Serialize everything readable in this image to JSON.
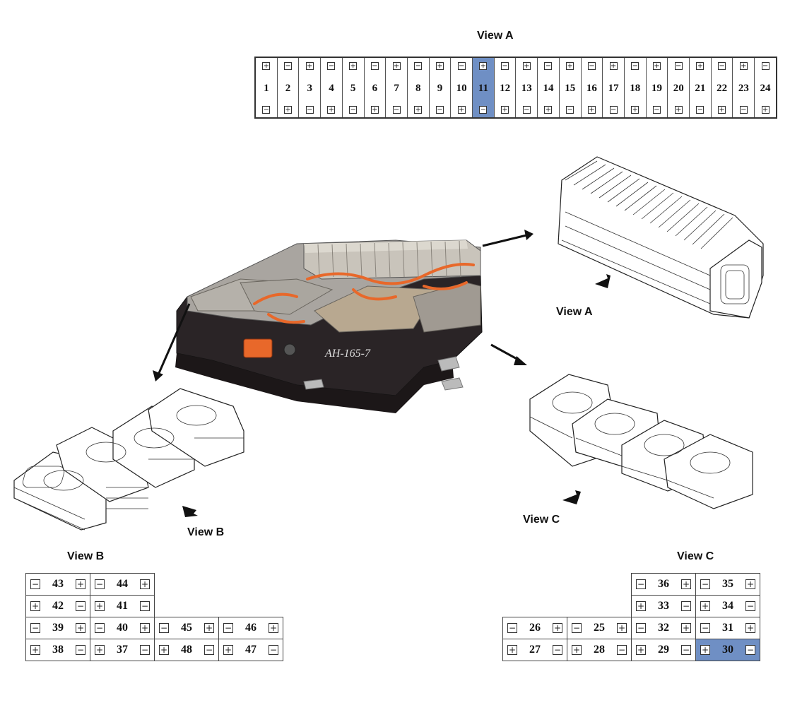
{
  "labels": {
    "viewA_title": "View A",
    "viewA_caption": "View A",
    "viewB_caption": "View B",
    "viewC_caption": "View C",
    "viewB_title": "View B",
    "viewC_title": "View C",
    "pack_marking": "AH-165-7"
  },
  "viewA": {
    "cells": [
      {
        "num": "1",
        "top": "+",
        "bottom": "−"
      },
      {
        "num": "2",
        "top": "−",
        "bottom": "+"
      },
      {
        "num": "3",
        "top": "+",
        "bottom": "−"
      },
      {
        "num": "4",
        "top": "−",
        "bottom": "+"
      },
      {
        "num": "5",
        "top": "+",
        "bottom": "−"
      },
      {
        "num": "6",
        "top": "−",
        "bottom": "+"
      },
      {
        "num": "7",
        "top": "+",
        "bottom": "−"
      },
      {
        "num": "8",
        "top": "−",
        "bottom": "+"
      },
      {
        "num": "9",
        "top": "+",
        "bottom": "−"
      },
      {
        "num": "10",
        "top": "−",
        "bottom": "+"
      },
      {
        "num": "11",
        "top": "+",
        "bottom": "−",
        "highlight": true
      },
      {
        "num": "12",
        "top": "−",
        "bottom": "+"
      },
      {
        "num": "13",
        "top": "+",
        "bottom": "−"
      },
      {
        "num": "14",
        "top": "−",
        "bottom": "+"
      },
      {
        "num": "15",
        "top": "+",
        "bottom": "−"
      },
      {
        "num": "16",
        "top": "−",
        "bottom": "+"
      },
      {
        "num": "17",
        "top": "+",
        "bottom": "−"
      },
      {
        "num": "18",
        "top": "−",
        "bottom": "+"
      },
      {
        "num": "19",
        "top": "+",
        "bottom": "−"
      },
      {
        "num": "20",
        "top": "−",
        "bottom": "+"
      },
      {
        "num": "21",
        "top": "+",
        "bottom": "−"
      },
      {
        "num": "22",
        "top": "−",
        "bottom": "+"
      },
      {
        "num": "23",
        "top": "+",
        "bottom": "−"
      },
      {
        "num": "24",
        "top": "−",
        "bottom": "+"
      }
    ]
  },
  "viewB": {
    "rows": [
      [
        {
          "num": "43",
          "left": "−",
          "right": "+"
        },
        {
          "num": "44",
          "left": "−",
          "right": "+"
        }
      ],
      [
        {
          "num": "42",
          "left": "+",
          "right": "−"
        },
        {
          "num": "41",
          "left": "+",
          "right": "−"
        }
      ],
      [
        {
          "num": "39",
          "left": "−",
          "right": "+"
        },
        {
          "num": "40",
          "left": "−",
          "right": "+"
        },
        {
          "num": "45",
          "left": "−",
          "right": "+"
        },
        {
          "num": "46",
          "left": "−",
          "right": "+"
        }
      ],
      [
        {
          "num": "38",
          "left": "+",
          "right": "−"
        },
        {
          "num": "37",
          "left": "+",
          "right": "−"
        },
        {
          "num": "48",
          "left": "+",
          "right": "−"
        },
        {
          "num": "47",
          "left": "+",
          "right": "−"
        }
      ]
    ]
  },
  "viewC": {
    "rows": [
      [
        {
          "num": "36",
          "left": "−",
          "right": "+"
        },
        {
          "num": "35",
          "left": "−",
          "right": "+"
        }
      ],
      [
        {
          "num": "33",
          "left": "+",
          "right": "−"
        },
        {
          "num": "34",
          "left": "+",
          "right": "−"
        }
      ],
      [
        {
          "num": "26",
          "left": "−",
          "right": "+"
        },
        {
          "num": "25",
          "left": "−",
          "right": "+"
        },
        {
          "num": "32",
          "left": "−",
          "right": "+"
        },
        {
          "num": "31",
          "left": "−",
          "right": "+"
        }
      ],
      [
        {
          "num": "27",
          "left": "+",
          "right": "−"
        },
        {
          "num": "28",
          "left": "+",
          "right": "−"
        },
        {
          "num": "29",
          "left": "+",
          "right": "−"
        },
        {
          "num": "30",
          "left": "+",
          "right": "−",
          "highlight": true
        }
      ]
    ]
  },
  "colors": {
    "highlight": "#6f8fc4",
    "cable_orange": "#e8682a",
    "pack_dark": "#2a2426"
  }
}
